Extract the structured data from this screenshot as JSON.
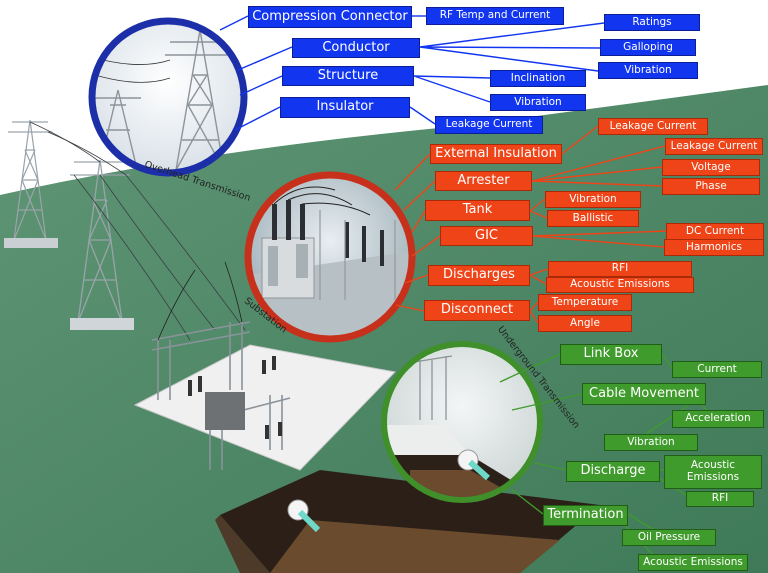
{
  "overhead": {
    "circle_label": "Overhead Transmission",
    "groups": [
      {
        "label": "Compression Connector",
        "children": [
          "RF Temp and Current"
        ]
      },
      {
        "label": "Conductor",
        "children": [
          "Ratings",
          "Galloping",
          "Vibration"
        ]
      },
      {
        "label": "Structure",
        "children": [
          "Inclination",
          "Vibration"
        ]
      },
      {
        "label": "Insulator",
        "children": [
          "Leakage Current"
        ]
      }
    ]
  },
  "substation": {
    "circle_label": "Substation",
    "groups": [
      {
        "label": "External Insulation",
        "children": [
          "Leakage Current"
        ]
      },
      {
        "label": "Arrester",
        "children": [
          "Leakage Current",
          "Voltage",
          "Phase"
        ]
      },
      {
        "label": "Tank",
        "children": [
          "Vibration",
          "Ballistic"
        ]
      },
      {
        "label": "GIC",
        "children": [
          "DC Current",
          "Harmonics"
        ]
      },
      {
        "label": "Discharges",
        "children": [
          "RFI",
          "Acoustic Emissions"
        ]
      },
      {
        "label": "Disconnect",
        "children": [
          "Temperature",
          "Angle"
        ]
      }
    ]
  },
  "underground": {
    "circle_label": "Underground Transmission",
    "groups": [
      {
        "label": "Link Box",
        "children": [
          "Current"
        ]
      },
      {
        "label": "Cable Movement",
        "children": [
          "Acceleration",
          "Vibration"
        ]
      },
      {
        "label": "Discharge",
        "children": [
          "Acoustic Emissions",
          "RFI"
        ]
      },
      {
        "label": "Termination",
        "children": [
          "Oil Pressure",
          "Acoustic Emissions"
        ]
      }
    ]
  },
  "colors": {
    "overhead": "#1236f0",
    "substation": "#ee4418",
    "underground": "#3f9b2c",
    "ground": "#4f8a66",
    "sky": "#ffffff"
  }
}
